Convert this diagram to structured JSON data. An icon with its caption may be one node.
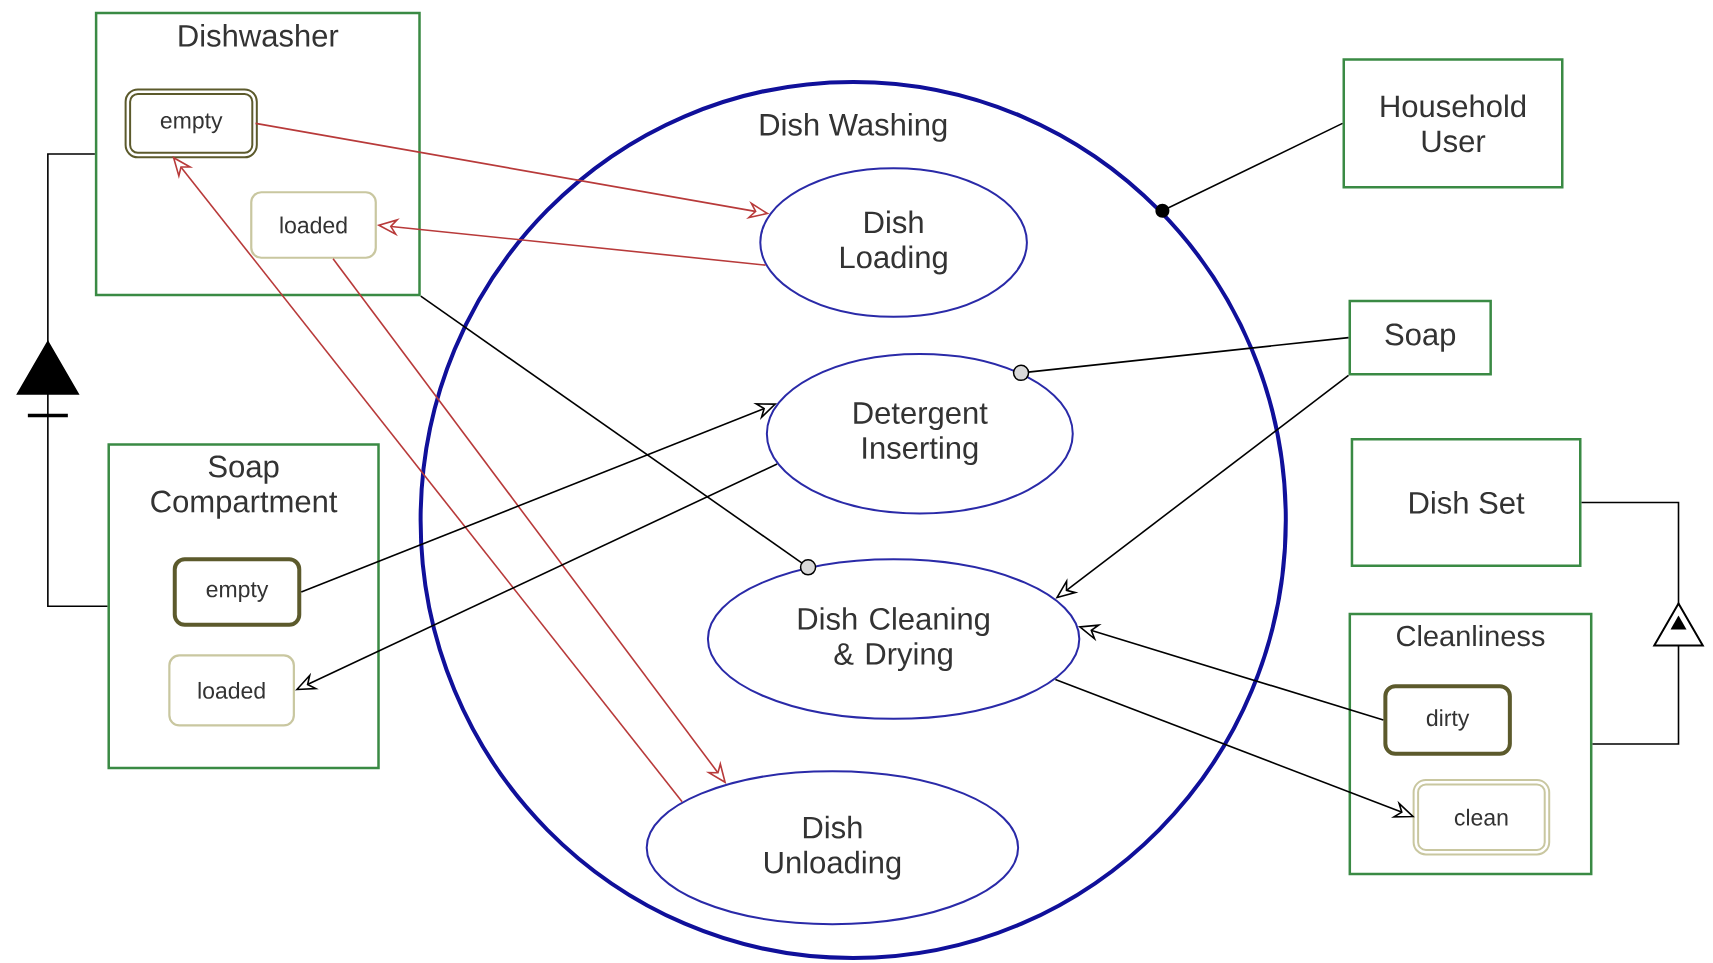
{
  "diagram": {
    "nodes": [
      {
        "text": [
          "Dishwasher"
        ]
      },
      {
        "text": [
          "empty"
        ],
        "in": 0
      },
      {
        "text": [
          "loaded"
        ],
        "in": 0
      },
      {
        "text": [
          "Dish Washing"
        ]
      },
      {
        "text": [
          "Dish Loading"
        ],
        "in": 3
      },
      {
        "text": [
          "Detergent Inserting"
        ],
        "in": 3
      },
      {
        "text": [
          "Dish Cleaning & Drying"
        ],
        "in": 3
      },
      {
        "text": [
          "Dish Unloading"
        ],
        "in": 3
      },
      {
        "text": [
          "Household User"
        ]
      },
      {
        "text": [
          "Soap"
        ]
      },
      {
        "text": [
          "Dish Set"
        ]
      },
      {
        "text": [
          "Soap Compartment"
        ]
      },
      {
        "text": [
          "empty"
        ],
        "in": 11
      },
      {
        "text": [
          "loaded"
        ],
        "in": 11
      },
      {
        "text": [
          "Cleanliness"
        ]
      },
      {
        "text": [
          "dirty"
        ],
        "in": 14
      },
      {
        "text": [
          "clean"
        ],
        "in": 14
      }
    ],
    "edges": [
      {
        "from": 1,
        "to": 4,
        "arrow": "to",
        "color": "#b83a3a"
      },
      {
        "from": 4,
        "to": 2,
        "arrow": "to",
        "color": "#b83a3a"
      },
      {
        "from": 2,
        "to": 7,
        "arrow": "to",
        "color": "#b83a3a"
      },
      {
        "from": 7,
        "to": 1,
        "arrow": "to",
        "color": "#b83a3a"
      },
      {
        "from": 0,
        "to": 6,
        "arrow": "other"
      },
      {
        "from": 12,
        "to": 5,
        "arrow": "to"
      },
      {
        "from": 5,
        "to": 13,
        "arrow": "to"
      },
      {
        "from": 9,
        "to": 5,
        "arrow": "other"
      },
      {
        "from": 9,
        "to": 6,
        "arrow": "to"
      },
      {
        "from": 15,
        "to": 6,
        "arrow": "to"
      },
      {
        "from": 6,
        "to": 16,
        "arrow": "to"
      },
      {
        "from": 8,
        "to": 3,
        "arrow": "other"
      },
      {
        "from": 11,
        "to": 0,
        "arrow": "to"
      },
      {
        "from": 14,
        "to": 10,
        "arrow": "to"
      }
    ]
  }
}
